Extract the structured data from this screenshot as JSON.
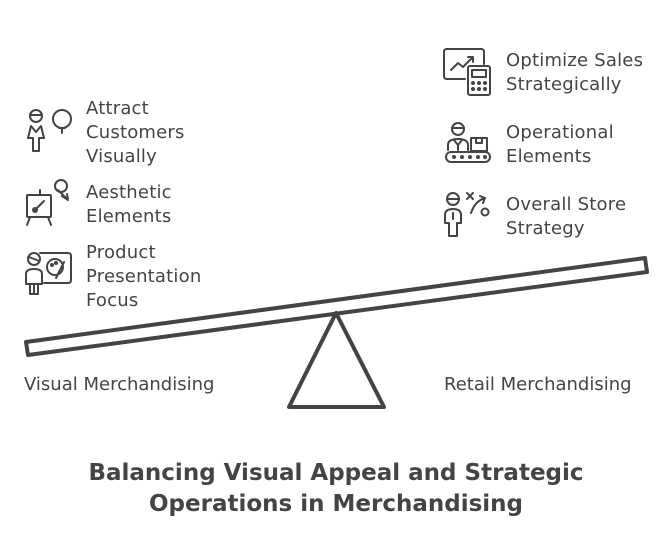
{
  "diagram": {
    "type": "seesaw-balance",
    "title_lines": [
      "Balancing Visual Appeal and Strategic",
      "Operations in Merchandising"
    ],
    "left": {
      "label": "Visual Merchandising",
      "items": [
        {
          "icon": "person-balloon-icon",
          "lines": [
            "Attract",
            "Customers",
            "Visually"
          ]
        },
        {
          "icon": "easel-paintbrush-icon",
          "lines": [
            "Aesthetic",
            "Elements"
          ]
        },
        {
          "icon": "presenter-palette-icon",
          "lines": [
            "Product",
            "Presentation",
            "Focus"
          ]
        }
      ]
    },
    "right": {
      "label": "Retail Merchandising",
      "items": [
        {
          "icon": "chart-calculator-icon",
          "lines": [
            "Optimize Sales",
            "Strategically"
          ]
        },
        {
          "icon": "worker-conveyor-icon",
          "lines": [
            "Operational",
            "Elements"
          ]
        },
        {
          "icon": "person-strategy-icon",
          "lines": [
            "Overall Store",
            "Strategy"
          ]
        }
      ]
    },
    "colors": {
      "stroke": "#444444",
      "background": "#ffffff"
    }
  }
}
